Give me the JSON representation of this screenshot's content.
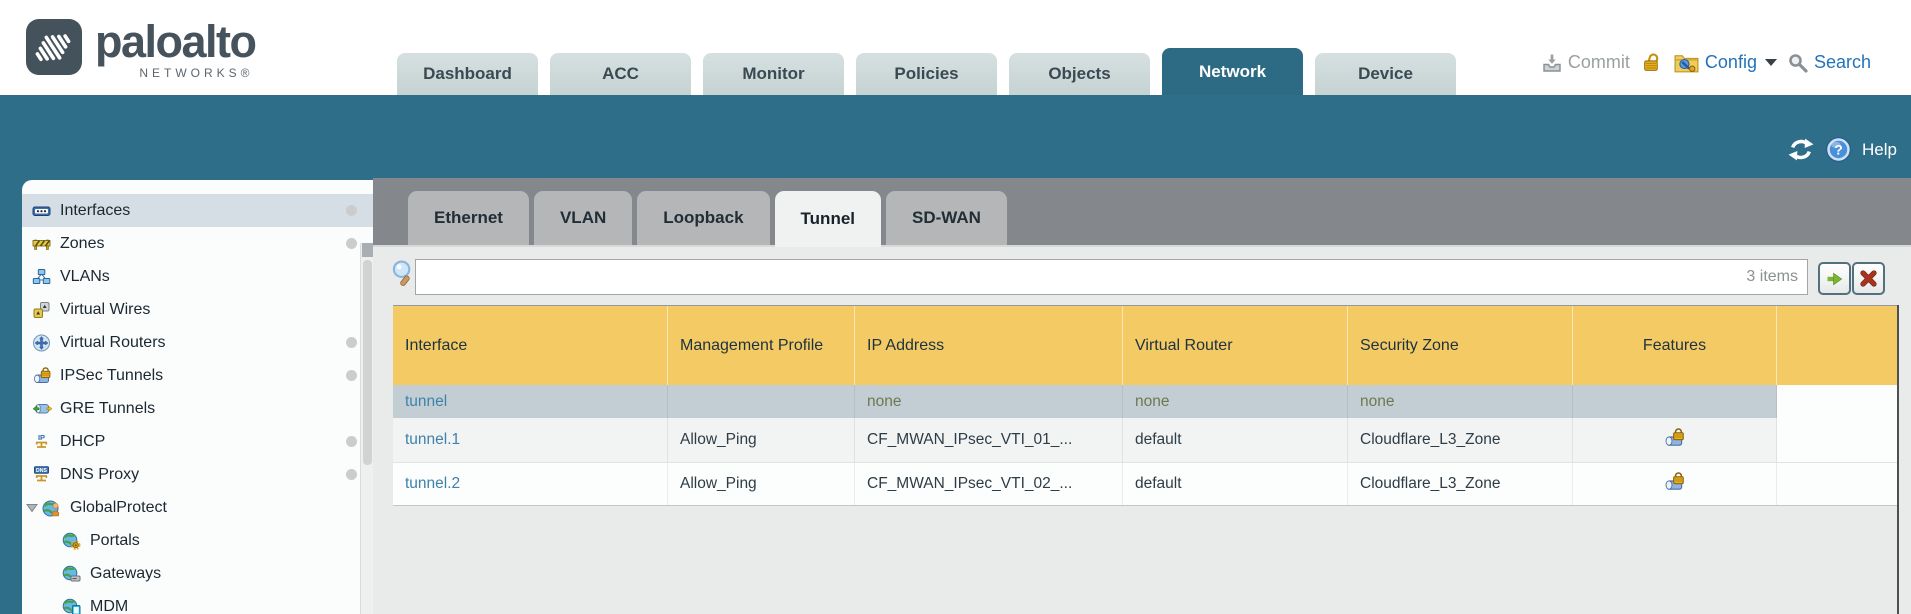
{
  "brand": {
    "name": "paloalto",
    "sub": "NETWORKS®"
  },
  "nav": {
    "tabs": [
      "Dashboard",
      "ACC",
      "Monitor",
      "Policies",
      "Objects",
      "Network",
      "Device"
    ],
    "active": "Network"
  },
  "utilities": {
    "commit_label": "Commit",
    "config_label": "Config",
    "search_label": "Search"
  },
  "statusbar": {
    "help_label": "Help"
  },
  "sidebar": {
    "items": [
      {
        "label": "Interfaces",
        "icon": "interfaces-icon",
        "dot": true,
        "selected": true
      },
      {
        "label": "Zones",
        "icon": "zones-icon",
        "dot": true,
        "selected": false
      },
      {
        "label": "VLANs",
        "icon": "vlans-icon",
        "dot": false,
        "selected": false
      },
      {
        "label": "Virtual Wires",
        "icon": "virtual-wires-icon",
        "dot": false,
        "selected": false
      },
      {
        "label": "Virtual Routers",
        "icon": "virtual-routers-icon",
        "dot": true,
        "selected": false
      },
      {
        "label": "IPSec Tunnels",
        "icon": "ipsec-tunnels-icon",
        "dot": true,
        "selected": false
      },
      {
        "label": "GRE Tunnels",
        "icon": "gre-tunnels-icon",
        "dot": false,
        "selected": false
      },
      {
        "label": "DHCP",
        "icon": "dhcp-icon",
        "dot": true,
        "selected": false
      },
      {
        "label": "DNS Proxy",
        "icon": "dns-proxy-icon",
        "dot": true,
        "selected": false
      },
      {
        "label": "GlobalProtect",
        "icon": "globalprotect-icon",
        "dot": false,
        "selected": false,
        "expanded": true,
        "children": [
          {
            "label": "Portals",
            "icon": "portals-icon"
          },
          {
            "label": "Gateways",
            "icon": "gateways-icon"
          },
          {
            "label": "MDM",
            "icon": "mdm-icon"
          }
        ]
      }
    ]
  },
  "subtabs": {
    "items": [
      "Ethernet",
      "VLAN",
      "Loopback",
      "Tunnel",
      "SD-WAN"
    ],
    "active": "Tunnel"
  },
  "filter": {
    "value": "",
    "count_label": "3 items"
  },
  "table": {
    "columns": [
      "Interface",
      "Management Profile",
      "IP Address",
      "Virtual Router",
      "Security Zone",
      "Features"
    ],
    "rows": [
      {
        "interface": "tunnel",
        "management_profile": "",
        "ip_address": "none",
        "virtual_router": "none",
        "security_zone": "none",
        "features": [],
        "selected": true
      },
      {
        "interface": "tunnel.1",
        "management_profile": "Allow_Ping",
        "ip_address": "CF_MWAN_IPsec_VTI_01_...",
        "virtual_router": "default",
        "security_zone": "Cloudflare_L3_Zone",
        "features": [
          "ipsec-tunnel-lock"
        ],
        "selected": false
      },
      {
        "interface": "tunnel.2",
        "management_profile": "Allow_Ping",
        "ip_address": "CF_MWAN_IPsec_VTI_02_...",
        "virtual_router": "default",
        "security_zone": "Cloudflare_L3_Zone",
        "features": [
          "ipsec-tunnel-lock"
        ],
        "selected": false
      }
    ]
  },
  "colors": {
    "accent_teal": "#2f6e88",
    "table_header_yellow": "#f3ca64",
    "selected_row": "#c3ced4",
    "link_blue": "#3f81a8",
    "none_olive": "#6d7852",
    "commit_gray": "#9aa0a2",
    "config_search_blue": "#2273b9"
  }
}
